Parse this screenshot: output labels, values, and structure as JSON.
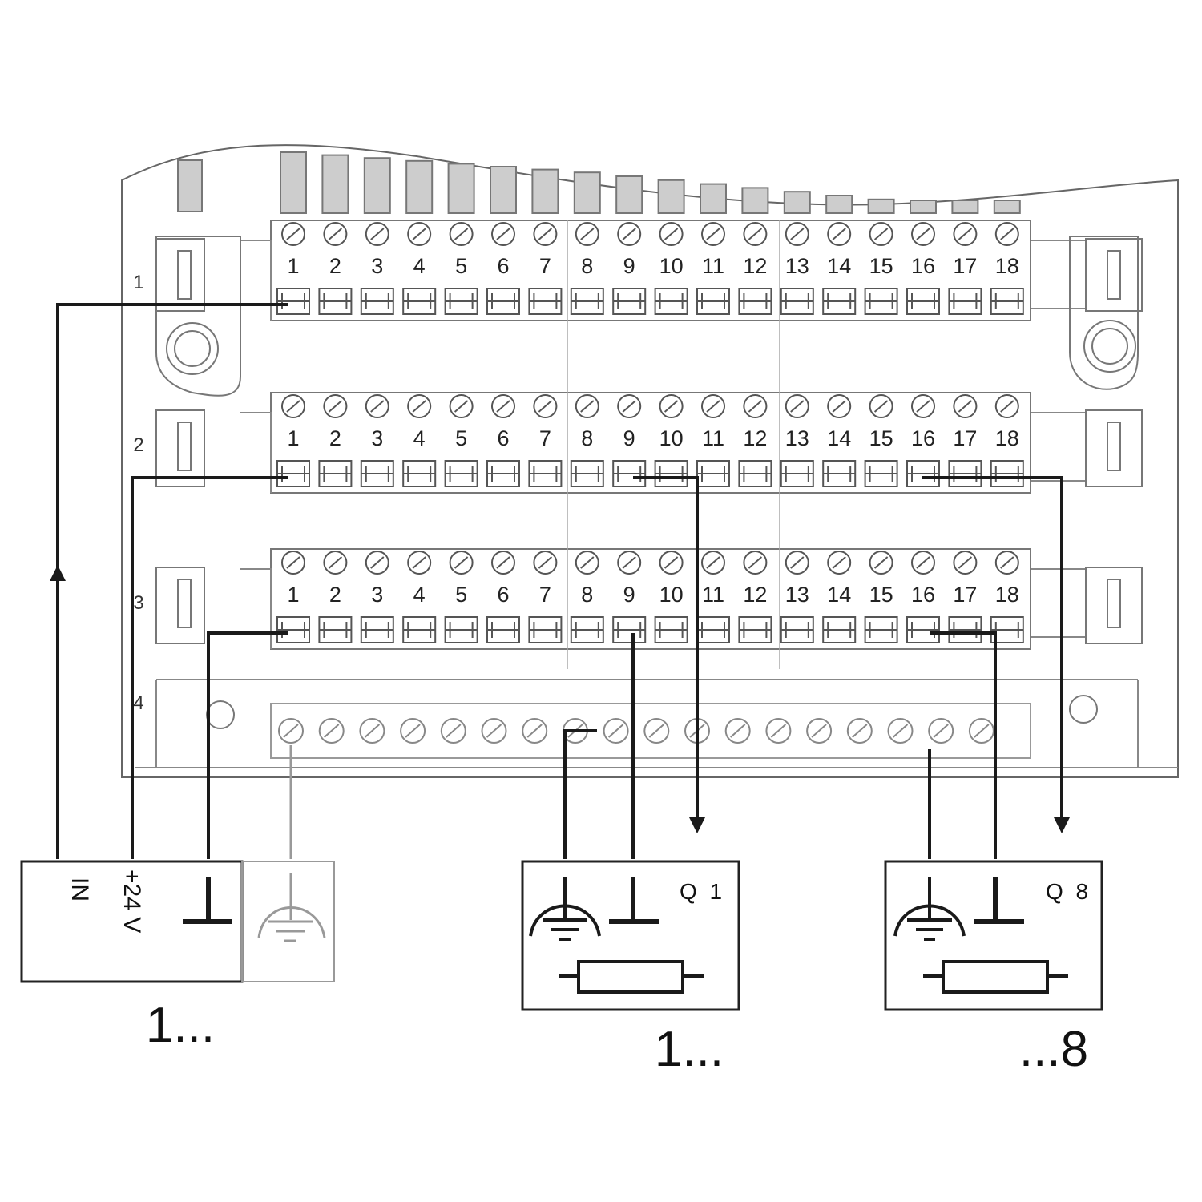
{
  "rows": [
    {
      "label": "1"
    },
    {
      "label": "2"
    },
    {
      "label": "3"
    },
    {
      "label": "4"
    }
  ],
  "terminal_numbers": [
    "1",
    "2",
    "3",
    "4",
    "5",
    "6",
    "7",
    "8",
    "9",
    "10",
    "11",
    "12",
    "13",
    "14",
    "15",
    "16",
    "17",
    "18"
  ],
  "input_box": {
    "in_label": "IN",
    "v_label": "+24 V",
    "caption": "1..."
  },
  "output_box_1": {
    "label": "Q 1",
    "caption": "1..."
  },
  "output_box_8": {
    "label": "Q 8",
    "caption": "...8"
  },
  "colors": {
    "wire": "#1a1a1a",
    "outline": "#666666",
    "led": "#cccccc"
  }
}
